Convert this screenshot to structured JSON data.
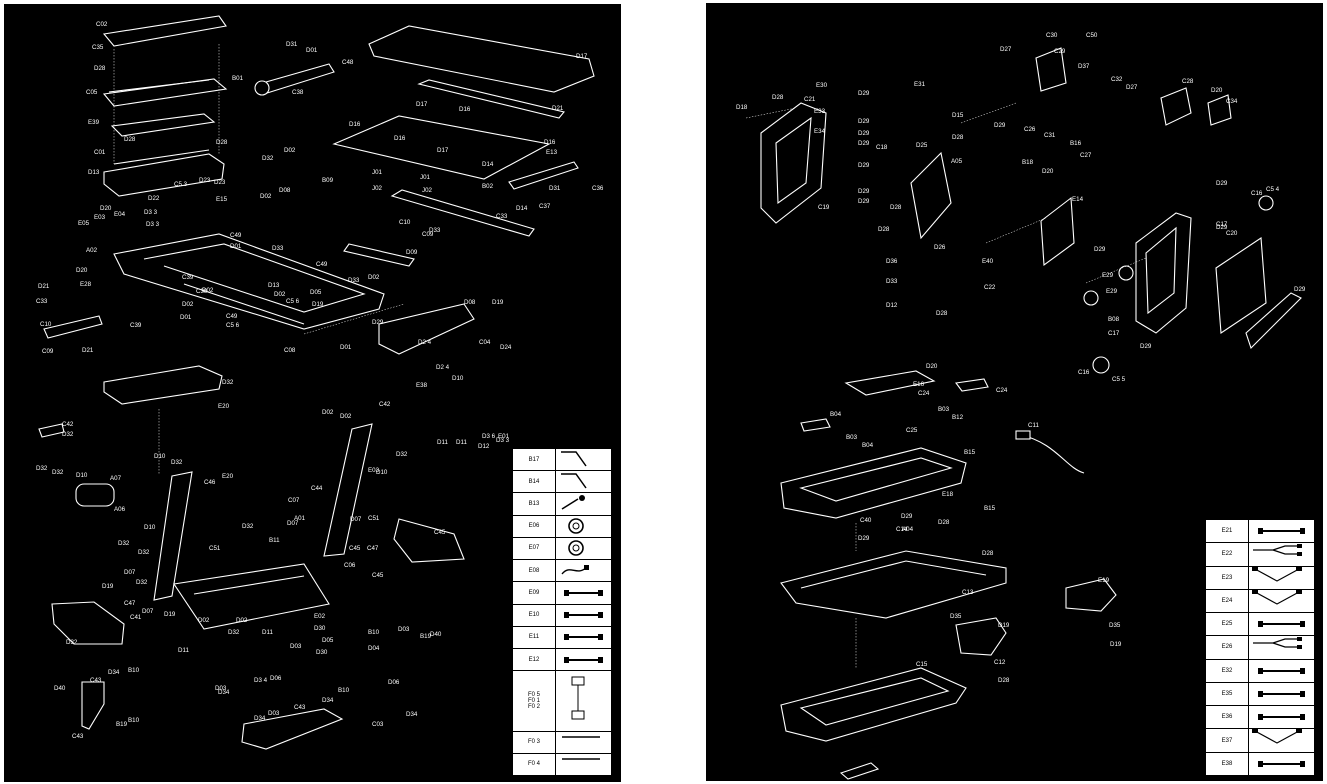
{
  "left_panel": {
    "labels": [
      "C02",
      "C35",
      "D28",
      "C05",
      "E39",
      "D28",
      "D28",
      "C01",
      "D13",
      "D31",
      "D01",
      "C48",
      "B01",
      "C38",
      "D17",
      "D16",
      "D16",
      "D17",
      "D16",
      "D16",
      "D17",
      "E13",
      "D14",
      "B02",
      "D31",
      "D14",
      "C37",
      "C36",
      "D21",
      "C33",
      "C10",
      "C09",
      "D33",
      "D09",
      "D32",
      "D02",
      "B09",
      "D08",
      "D02",
      "J01",
      "J02",
      "J01",
      "J02",
      "C5 3",
      "D23",
      "D23",
      "E15",
      "D20",
      "E04",
      "E05",
      "E03",
      "D22",
      "D3 3",
      "D3 3",
      "C49",
      "A02",
      "D01",
      "D20",
      "E28",
      "D21",
      "C33",
      "C10",
      "C09",
      "D21",
      "C39",
      "C39",
      "C39",
      "D33",
      "D02",
      "D13",
      "D02",
      "C49",
      "D33",
      "D02",
      "C49",
      "D02",
      "D01",
      "D05",
      "C5 6",
      "C5 6",
      "D19",
      "C08",
      "D08",
      "D19",
      "D01",
      "D2 4",
      "D2 4",
      "C04",
      "D24",
      "D29",
      "E38",
      "D10",
      "D32",
      "E20",
      "C42",
      "D32",
      "D02",
      "D02",
      "C42",
      "D32",
      "D11",
      "D11",
      "D12",
      "D3 3",
      "D3 6",
      "E01",
      "E03",
      "D10",
      "D32",
      "D32",
      "D10",
      "A07",
      "A06",
      "D10",
      "D32",
      "C46",
      "E20",
      "C44",
      "D10",
      "D32",
      "D32",
      "D07",
      "D32",
      "D07",
      "C07",
      "D07",
      "D32",
      "C51",
      "B11",
      "A01",
      "D07",
      "C51",
      "C45",
      "C47",
      "C45",
      "D19",
      "C47",
      "C06",
      "C45",
      "D19",
      "C41",
      "D02",
      "D32",
      "D11",
      "D11",
      "D02",
      "D32",
      "E02",
      "D30",
      "D03",
      "D05",
      "D30",
      "D03",
      "D04",
      "B10",
      "B19",
      "D40",
      "D34",
      "D03",
      "D3 4",
      "D06",
      "C43",
      "D34",
      "B10",
      "D40",
      "B19",
      "B10",
      "C43",
      "D34",
      "B10",
      "D06",
      "D34",
      "D03",
      "C43",
      "D34",
      "C03"
    ],
    "legend": [
      {
        "code": "B17",
        "icon": "allen-key-icon"
      },
      {
        "code": "B14",
        "icon": "allen-key-icon"
      },
      {
        "code": "B13",
        "icon": "screwdriver-icon"
      },
      {
        "code": "E06",
        "icon": "ferrite-ring-icon"
      },
      {
        "code": "E07",
        "icon": "ferrite-ring-icon"
      },
      {
        "code": "E08",
        "icon": "wire-icon"
      },
      {
        "code": "E09",
        "icon": "cable-icon"
      },
      {
        "code": "E10",
        "icon": "cable-icon"
      },
      {
        "code": "E11",
        "icon": "cable-icon"
      },
      {
        "code": "E12",
        "icon": "cable-icon"
      },
      {
        "code": "F0 5\nF0 1\nF0 2",
        "icon": "fuse-holder-icon"
      },
      {
        "code": "F0 3",
        "icon": "fuse-icon"
      },
      {
        "code": "F0 4",
        "icon": "fuse-icon"
      }
    ]
  },
  "right_panel": {
    "labels": [
      "D27",
      "C30",
      "C29",
      "C50",
      "D37",
      "C32",
      "D27",
      "C28",
      "D20",
      "C34",
      "D18",
      "D28",
      "C21",
      "E30",
      "D29",
      "E31",
      "E33",
      "D29",
      "E34",
      "D29",
      "D15",
      "D28",
      "D29",
      "C26",
      "C31",
      "B16",
      "C27",
      "D29",
      "C18",
      "D25",
      "A05",
      "D29",
      "B18",
      "D20",
      "C19",
      "D29",
      "D28",
      "D29",
      "E14",
      "D28",
      "D26",
      "E40",
      "D36",
      "D33",
      "D12",
      "C22",
      "D28",
      "D29",
      "C17",
      "C5 4",
      "C16",
      "D29",
      "C20",
      "E29",
      "D29",
      "E29",
      "B08",
      "D29",
      "C17",
      "D29",
      "C16",
      "C5 5",
      "D20",
      "E16",
      "C24",
      "C24",
      "B04",
      "B03",
      "B04",
      "B03",
      "B12",
      "C25",
      "C11",
      "B15",
      "E18",
      "B15",
      "C40",
      "D29",
      "D28",
      "D29",
      "A04",
      "C14",
      "D28",
      "E19",
      "C13",
      "D35",
      "D19",
      "D35",
      "D19",
      "C12",
      "D28",
      "C15"
    ],
    "legend": [
      {
        "code": "E21",
        "icon": "cable-icon"
      },
      {
        "code": "E22",
        "icon": "split-cable-icon"
      },
      {
        "code": "E23",
        "icon": "y-cable-icon"
      },
      {
        "code": "E24",
        "icon": "y-cable-icon"
      },
      {
        "code": "E25",
        "icon": "cable-icon"
      },
      {
        "code": "E26",
        "icon": "split-cable-icon"
      },
      {
        "code": "E32",
        "icon": "cable-icon"
      },
      {
        "code": "E35",
        "icon": "cable-icon"
      },
      {
        "code": "E36",
        "icon": "cable-icon"
      },
      {
        "code": "E37",
        "icon": "y-cable-icon"
      },
      {
        "code": "E38",
        "icon": "cable-icon"
      }
    ]
  }
}
